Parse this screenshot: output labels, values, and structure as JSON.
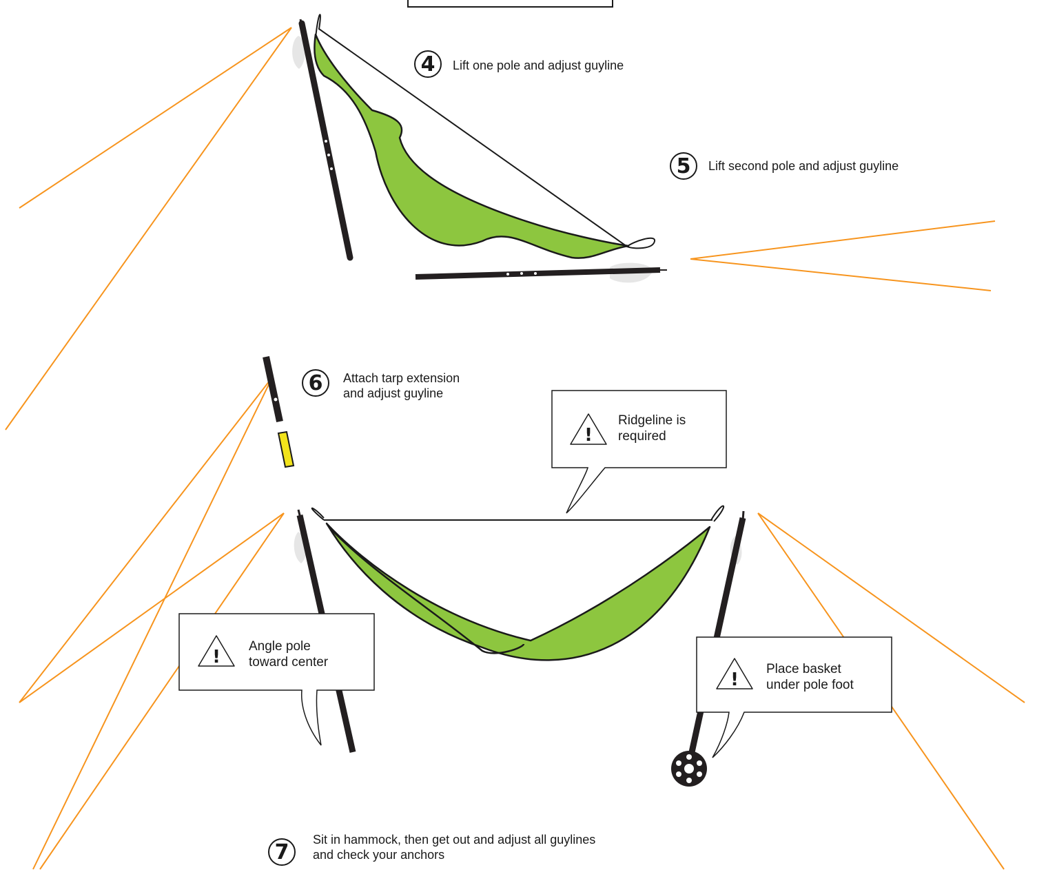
{
  "steps": [
    {
      "number": "4",
      "text": "Lift one pole and adjust guyline"
    },
    {
      "number": "5",
      "text": "Lift second pole and adjust guyline"
    },
    {
      "number": "6",
      "text": "Attach tarp extension\nand adjust guyline"
    },
    {
      "number": "7",
      "text": "Sit in hammock, then get out and adjust all guylines\nand check your anchors"
    }
  ],
  "callouts": [
    {
      "text": "Ridgeline is\nrequired"
    },
    {
      "text": "Angle pole\ntoward center"
    },
    {
      "text": "Place basket\nunder pole foot"
    }
  ],
  "warning_symbol": "!",
  "colors": {
    "tarp": "#8dc63f",
    "guyline": "#f7941d",
    "pole": "#231f20",
    "extension": "#f2e31b",
    "outline": "#1a1a1a"
  },
  "icons": [
    "warning-triangle-icon",
    "pole-basket-icon"
  ]
}
